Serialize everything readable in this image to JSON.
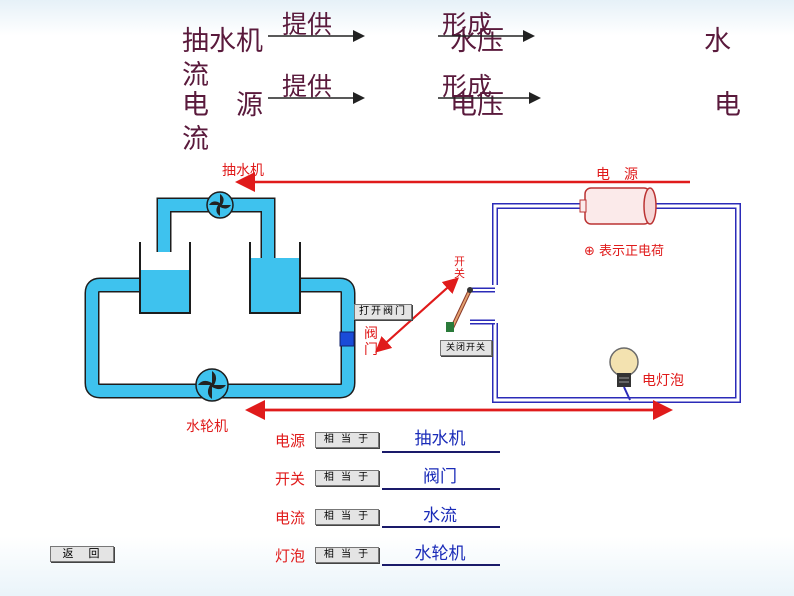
{
  "header": {
    "row1": {
      "a": "抽水机",
      "b": "水压",
      "c": "水",
      "c2": "流",
      "provide": "提供",
      "form": "形成"
    },
    "row2": {
      "a": "电　源",
      "b": "电压",
      "c": "电",
      "c2": "流",
      "provide": "提供",
      "form": "形成"
    }
  },
  "diagram": {
    "pump_label": "抽水机",
    "waterwheel_label": "水轮机",
    "valve_label": "阀门",
    "source_label": "电　源",
    "switch_label": "开关",
    "charge_note": "表示正电荷",
    "charge_symbol": "⊕",
    "bulb_label": "电灯泡",
    "open_valve_button": "打开阀门",
    "close_switch_button": "关闭开关"
  },
  "mapping": {
    "equiv_label": "相 当 于",
    "rows": [
      {
        "left": "电源",
        "answer": "抽水机"
      },
      {
        "left": "开关",
        "answer": "阀门"
      },
      {
        "left": "电流",
        "answer": "水流"
      },
      {
        "left": "灯泡",
        "answer": "水轮机"
      }
    ]
  },
  "back_button": "返　回",
  "colors": {
    "header_text": "#5a1a3c",
    "red": "#e01b1b",
    "water": "#3ec2ee",
    "wire": "#2b2bb8",
    "answer": "#1a2bb8"
  }
}
